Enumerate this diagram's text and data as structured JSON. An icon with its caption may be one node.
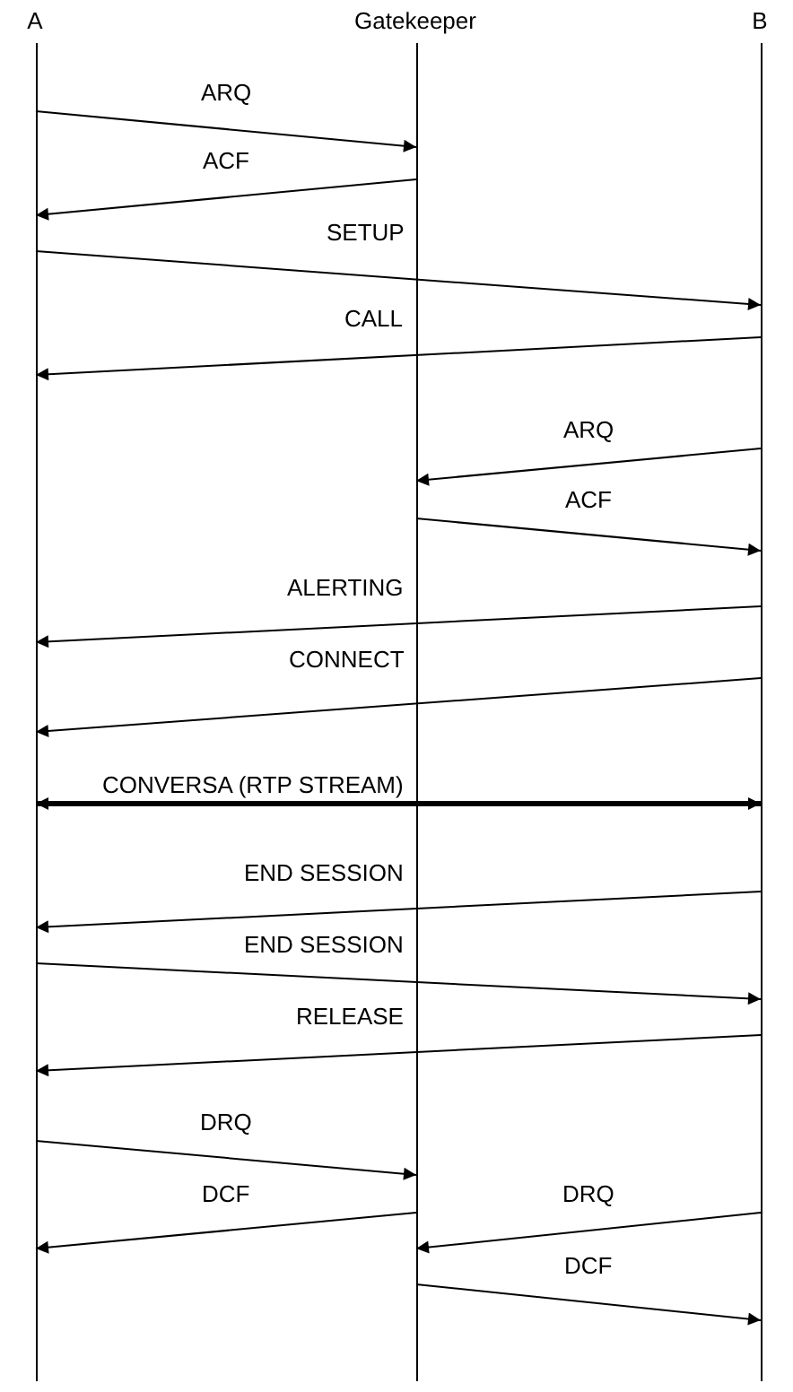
{
  "diagram": {
    "nodes": [
      {
        "text": [
          "A"
        ]
      },
      {
        "text": [
          "Gatekeeper"
        ]
      },
      {
        "text": [
          "B"
        ]
      }
    ],
    "edges": [
      {
        "from": 0,
        "to": 1,
        "arrow": "to",
        "label": "ARQ"
      },
      {
        "from": 1,
        "to": 0,
        "arrow": "to",
        "label": "ACF"
      },
      {
        "from": 0,
        "to": 2,
        "arrow": "to",
        "label": "SETUP"
      },
      {
        "from": 2,
        "to": 0,
        "arrow": "to",
        "label": "CALL"
      },
      {
        "from": 2,
        "to": 1,
        "arrow": "to",
        "label": "ARQ"
      },
      {
        "from": 1,
        "to": 2,
        "arrow": "to",
        "label": "ACF"
      },
      {
        "from": 2,
        "to": 0,
        "arrow": "to",
        "label": "ALERTING"
      },
      {
        "from": 2,
        "to": 0,
        "arrow": "to",
        "label": "CONNECT"
      },
      {
        "from": 0,
        "to": 2,
        "arrow": "both",
        "label": "CONVERSA (RTP STREAM)",
        "style": "thick"
      },
      {
        "from": 2,
        "to": 0,
        "arrow": "to",
        "label": "END SESSION"
      },
      {
        "from": 0,
        "to": 2,
        "arrow": "to",
        "label": "END SESSION"
      },
      {
        "from": 2,
        "to": 0,
        "arrow": "to",
        "label": "RELEASE"
      },
      {
        "from": 0,
        "to": 1,
        "arrow": "to",
        "label": "DRQ"
      },
      {
        "from": 1,
        "to": 0,
        "arrow": "to",
        "label": "DCF"
      },
      {
        "from": 2,
        "to": 1,
        "arrow": "to",
        "label": "DRQ"
      },
      {
        "from": 1,
        "to": 2,
        "arrow": "to",
        "label": "DCF"
      }
    ]
  }
}
